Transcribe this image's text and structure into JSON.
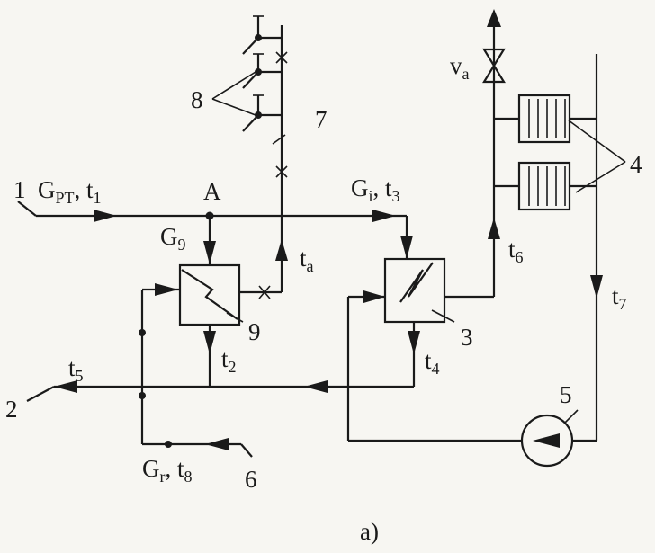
{
  "labels": {
    "n1": "1",
    "g_pt": "G",
    "g_pt_sub": "PT",
    "t1": ", t",
    "t1_sub": "1",
    "node_a": "A",
    "g9": "G",
    "g9_sub": "9",
    "gi": "G",
    "gi_sub": "i",
    "t3": ", t",
    "t3_sub": "3",
    "ta": "t",
    "ta_sub": "a",
    "n8": "8",
    "n7": "7",
    "va": "v",
    "va_sub": "a",
    "n4": "4",
    "t6": "t",
    "t6_sub": "6",
    "t7": "t",
    "t7_sub": "7",
    "n9": "9",
    "n3": "3",
    "t2": "t",
    "t2_sub": "2",
    "t4": "t",
    "t4_sub": "4",
    "t5": "t",
    "t5_sub": "5",
    "n2": "2",
    "n5": "5",
    "gr": "G",
    "gr_sub": "r",
    "t8": ", t",
    "t8_sub": "8",
    "n6": "6",
    "caption": "a)"
  }
}
